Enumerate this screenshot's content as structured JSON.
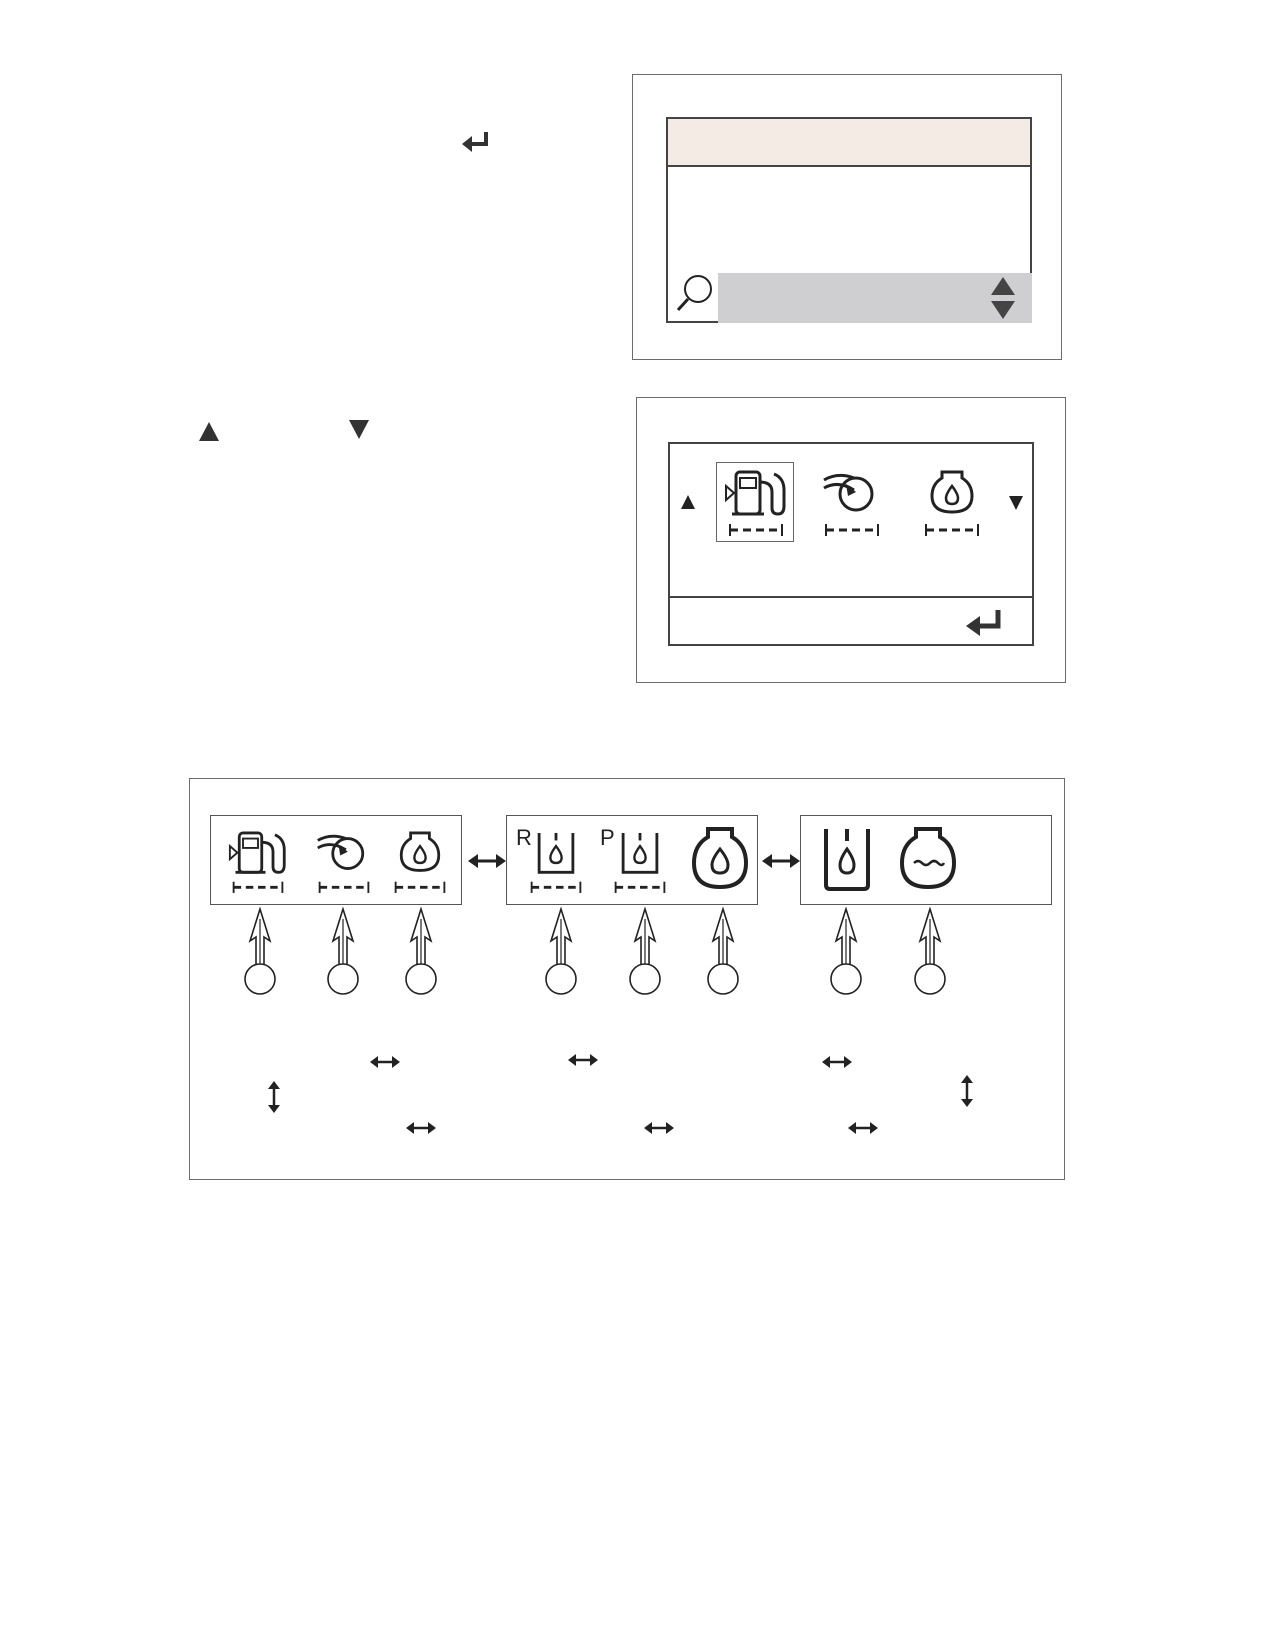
{
  "page": {
    "background": "#ffffff"
  },
  "colors": {
    "header_bar": "#f4ebe4",
    "search_bar": "#cfcfd1",
    "line": "#444444",
    "icon": "#222222"
  },
  "instructions": {
    "enter_icon": "enter-return-icon",
    "up_icon": "triangle-up-icon",
    "down_icon": "triangle-down-icon"
  },
  "screen1": {
    "icons": [
      "magnifier-icon",
      "scroll-up-down-icon"
    ]
  },
  "screen2": {
    "icons": [
      "fuel-pump-icon",
      "air-intake-icon",
      "engine-oil-icon",
      "enter-return-icon"
    ],
    "selected_index": 0
  },
  "diagram": {
    "groups": [
      {
        "icons": [
          "fuel-pump-icon",
          "air-intake-icon",
          "engine-oil-icon"
        ]
      },
      {
        "labels": [
          "R",
          "P"
        ],
        "icons": [
          "return-filter-icon",
          "pilot-filter-icon",
          "engine-oil-large-icon"
        ]
      },
      {
        "icons": [
          "hydraulic-oil-icon",
          "coolant-icon"
        ]
      }
    ],
    "callout_count": 8
  }
}
